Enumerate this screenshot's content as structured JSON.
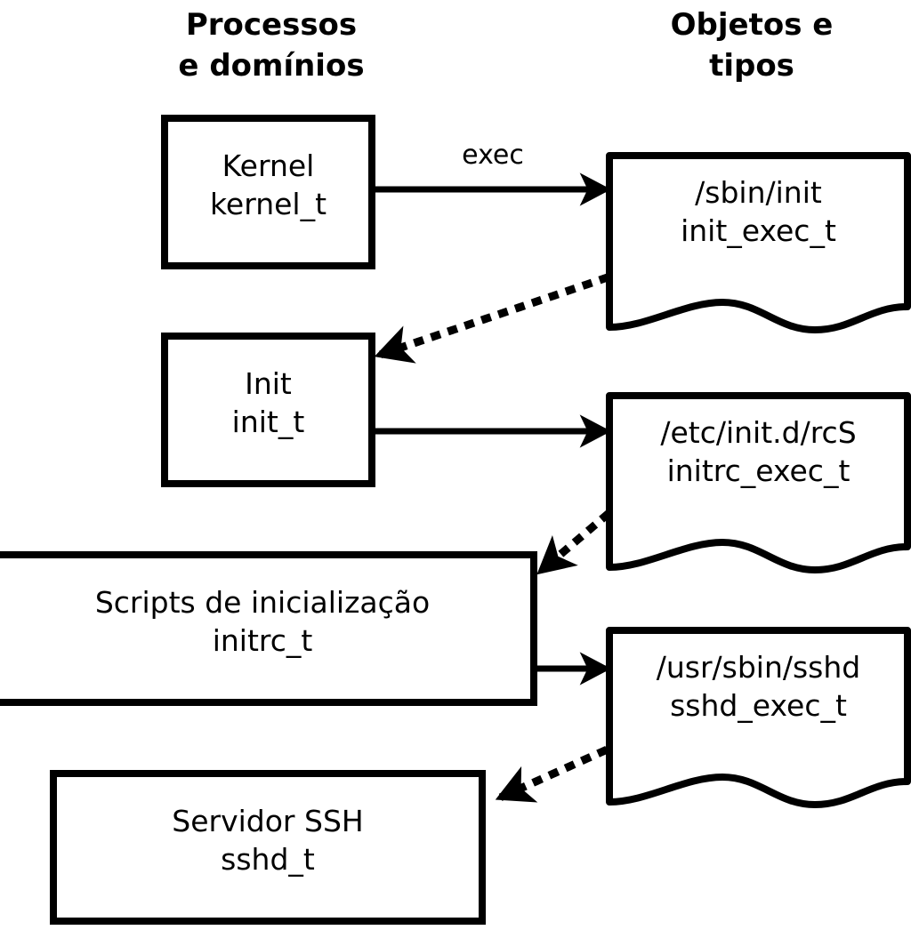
{
  "diagram": {
    "title_left": "Processos\ne domínios",
    "title_right": "Objetos e\ntipos",
    "stroke_color": "#000000",
    "fill_color": "#ffffff",
    "background": "#ffffff"
  },
  "headers": {
    "left": "Processos\ne domínios",
    "right": "Objetos e\ntipos"
  },
  "processes": [
    {
      "id": "kernel",
      "name": "Kernel",
      "type": "kernel_t",
      "label": "Kernel\nkernel_t"
    },
    {
      "id": "init",
      "name": "Init",
      "type": "init_t",
      "label": "Init\ninit_t"
    },
    {
      "id": "initrc",
      "name": "Scripts de inicialização",
      "type": "initrc_t",
      "label": "Scripts de inicialização\ninitrc_t"
    },
    {
      "id": "sshd",
      "name": "Servidor SSH",
      "type": "sshd_t",
      "label": "Servidor SSH\nsshd_t"
    }
  ],
  "objects": [
    {
      "id": "init_exec",
      "path": "/sbin/init",
      "type": "init_exec_t",
      "label": "/sbin/init\ninit_exec_t"
    },
    {
      "id": "initrc_exec",
      "path": "/etc/init.d/rcS",
      "type": "initrc_exec_t",
      "label": "/etc/init.d/rcS\ninitrc_exec_t"
    },
    {
      "id": "sshd_exec",
      "path": "/usr/sbin/sshd",
      "type": "sshd_exec_t",
      "label": "/usr/sbin/sshd\nsshd_exec_t"
    }
  ],
  "edges": [
    {
      "id": "kernel-to-init_exec",
      "from": "kernel",
      "to": "init_exec",
      "style": "solid",
      "label": "exec"
    },
    {
      "id": "init_exec-to-init",
      "from": "init_exec",
      "to": "init",
      "style": "dotted",
      "label": ""
    },
    {
      "id": "init-to-initrc_exec",
      "from": "init",
      "to": "initrc_exec",
      "style": "solid",
      "label": ""
    },
    {
      "id": "initrc_exec-to-initrc",
      "from": "initrc_exec",
      "to": "initrc",
      "style": "dotted",
      "label": ""
    },
    {
      "id": "initrc-to-sshd_exec",
      "from": "initrc",
      "to": "sshd_exec",
      "style": "solid",
      "label": ""
    },
    {
      "id": "sshd_exec-to-sshd",
      "from": "sshd_exec",
      "to": "sshd",
      "style": "dotted",
      "label": ""
    }
  ]
}
